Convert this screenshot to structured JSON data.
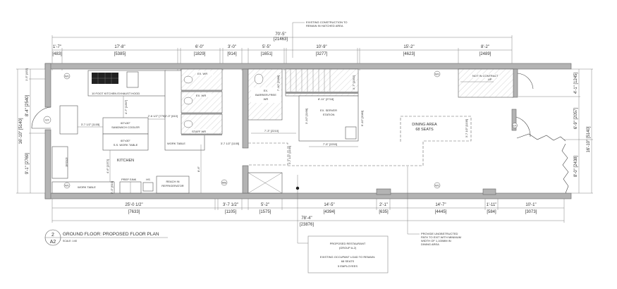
{
  "notes": {
    "existing_construction": [
      "EXISTING CONSTRUCTION TO",
      "REMAIN IN HATCHED AREA"
    ],
    "unobstructed_path": [
      "PROVIDE UNOBSTRUCTED",
      "PATH TO EXIT WITH MINIMUM",
      "WIDTH OF 1,100MM IN",
      "DINING AREA"
    ],
    "occupancy": [
      "PROPOSED RESTAURANT",
      "(GROUP A-2)",
      "EXISTING OCCUPANT LOAD TO REMAIN:",
      "68 SEATS",
      "5 EMPLOYEES"
    ]
  },
  "title_block": {
    "detail_number": "2",
    "sheet": "A2",
    "title": "GROUND FLOOR: PROPOSED FLOOR PLAN",
    "scale": "SCALE: 1:60"
  },
  "top_dims": {
    "overall": [
      "70'-5\"",
      "[21463]"
    ],
    "segments": [
      [
        "1'-7\"",
        "[483]"
      ],
      [
        "17'-8\"",
        "[5385]"
      ],
      [
        "6'-0\"",
        "[1829]"
      ],
      [
        "3'-0\"",
        "[914]"
      ],
      [
        "5'-5\"",
        "[1651]"
      ],
      [
        "10'-9\"",
        "[3277]"
      ],
      [
        "15'-2\"",
        "[4623]"
      ],
      [
        "8'-2\"",
        "[2489]"
      ]
    ]
  },
  "bottom_dims": {
    "overall": [
      "78'-4\"",
      "[23876]"
    ],
    "segments": [
      [
        "25'-0 1/2\"",
        "[7633]"
      ],
      [
        "3'-7 1/2\"",
        "[1105]"
      ],
      [
        "5'-2\"",
        "[1575]"
      ],
      [
        "14'-5\"",
        "[4394]"
      ],
      [
        "2'-1\"",
        "[635]"
      ],
      [
        "14'-7\"",
        "[4445]"
      ],
      [
        "1'-11\"",
        "[584]"
      ],
      [
        "10'-1\"",
        "[3073]"
      ]
    ]
  },
  "left_dims": {
    "overall": "16'-10\" [5140]",
    "segments": [
      "1'-5\" [432]",
      "8'-4\" [2540]",
      "9'-1\" [2769]"
    ]
  },
  "right_dims": {
    "overall": "16'-10\" [5140]",
    "segments": [
      "4'-1\" [1245]",
      "6'-9\" [2057]",
      "8'-0\" [2438]"
    ]
  },
  "interior_dims": {
    "hood_to_cooler": "4'-7\" [1397]",
    "cooler_left": "3'-7 1/2\" [1105]",
    "cooler_right": "2'-6 1/2\" [775]",
    "work_table_gap": "2'-0\" [610]",
    "table_to_sink": "4'-6\" [1372]",
    "work_table_depth": "2'-0\" [610]",
    "wr_right": "3'-7 1/2\" [1105]",
    "corridor": "8'-6\"",
    "bf_wr": "7'-10\" [2388]",
    "corr_width": "7'-3\" [2210]",
    "server_width": "8'-11\" [2718]",
    "server_depth": "6'-10\" [2083]",
    "server_front": "7'-5\" [2253]",
    "stair_depth": "3'-7\" [1092]",
    "server_left": "3'-10\" [1168]",
    "path_width": "3'-7 1/2\" [1105]",
    "dining_path": "3'-7 1/2\" [1105]"
  },
  "rooms": {
    "hood": "10 FOOT KITCHEN EXHAUST HOOD",
    "cooler": [
      "60\"x30\"",
      "SANDWICH COOLER"
    ],
    "ss_table": [
      "60\"x30\"",
      "S.S. WORK TABLE"
    ],
    "kitchen": "KITCHEN",
    "work_table_right": "WORK TABLE",
    "work_table_bottom": "WORK TABLE",
    "prep_sink": "PREP SINK",
    "hand_sink": "HS",
    "fridge": [
      "REACH IN",
      "REFRIGERATOR"
    ],
    "stove": "STOVE",
    "wr1": "EX. WR",
    "wr2": "EX. WR",
    "staff_wr": "STAFF WR",
    "bf_wr": [
      "EX.",
      "BARRIER-FREE",
      "WR"
    ],
    "server": [
      "EX. SERVER",
      "STATION"
    ],
    "dining": [
      "DINING AREA",
      "68 SEATS"
    ],
    "not_in_contract": "NOT IN CONTRACT",
    "up": "UP"
  },
  "tags": {
    "w1": "W1",
    "ex": "EX",
    "we": "WE",
    "wd": "WD"
  }
}
